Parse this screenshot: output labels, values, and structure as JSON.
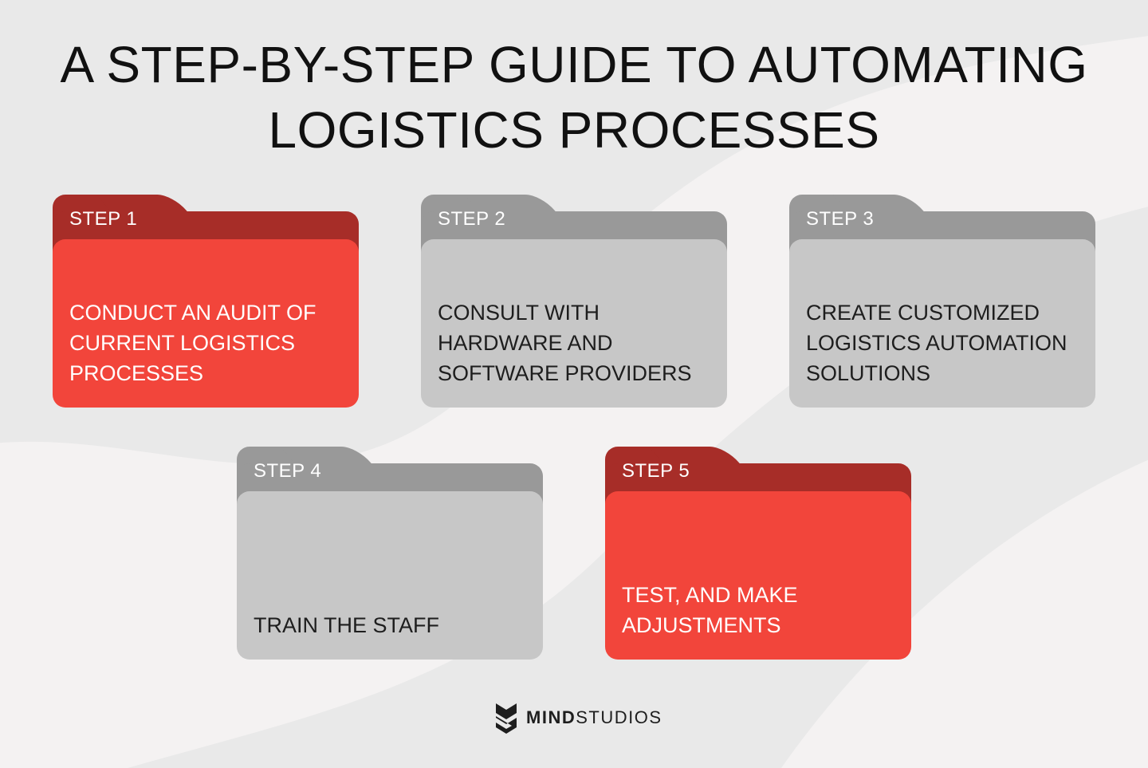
{
  "title": {
    "line1": "A STEP-BY-STEP GUIDE TO AUTOMATING",
    "line2": "LOGISTICS PROCESSES"
  },
  "colors": {
    "background": "#e9e9e9",
    "accent_red": "#f2453b",
    "accent_red_dark": "#a72d28",
    "neutral_gray": "#c7c7c7",
    "neutral_gray_dark": "#999999"
  },
  "steps": [
    {
      "label": "STEP 1",
      "text": "CONDUCT AN AUDIT OF CURRENT LOGISTICS PROCESSES",
      "color": "red"
    },
    {
      "label": "STEP 2",
      "text": "CONSULT WITH HARDWARE AND SOFTWARE PROVIDERS",
      "color": "gray"
    },
    {
      "label": "STEP 3",
      "text": "CREATE CUSTOMIZED LOGISTICS AUTOMATION SOLUTIONS",
      "color": "gray"
    },
    {
      "label": "STEP 4",
      "text": "TRAIN THE STAFF",
      "color": "gray"
    },
    {
      "label": "STEP 5",
      "text": "TEST, AND MAKE ADJUSTMENTS",
      "color": "red"
    }
  ],
  "brand": {
    "logo_icon": "mind-studios-logo-icon",
    "bold": "MIND",
    "regular": "STUDIOS"
  }
}
